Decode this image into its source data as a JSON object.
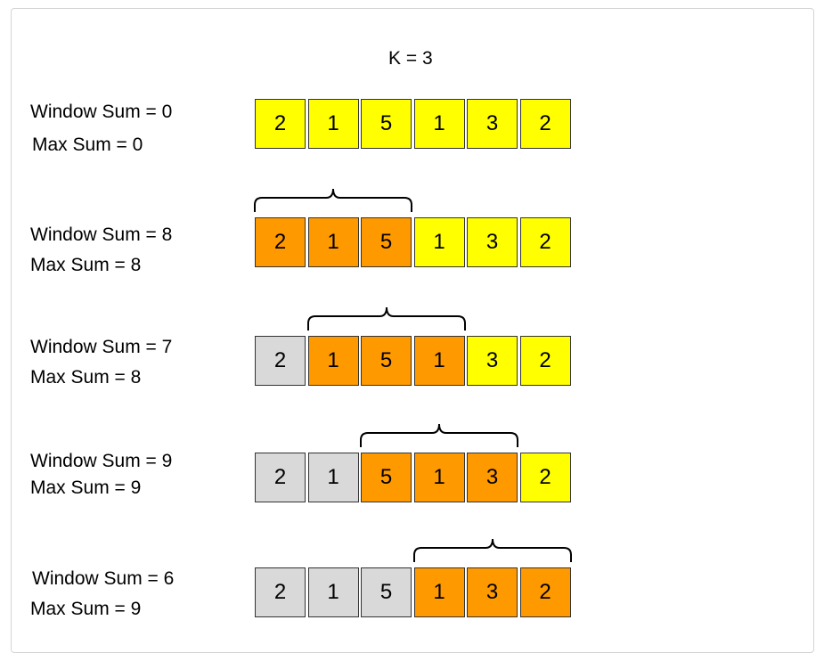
{
  "k_label": "K = 3",
  "colors": {
    "default": "#ffff00",
    "window": "#ff9900",
    "passed": "#d9d9d9"
  },
  "array": [
    "2",
    "1",
    "5",
    "1",
    "3",
    "2"
  ],
  "steps": [
    {
      "window_sum": "Window Sum = 0",
      "max_sum": "Max Sum = 0",
      "states": [
        "default",
        "default",
        "default",
        "default",
        "default",
        "default"
      ],
      "window_start": null
    },
    {
      "window_sum": "Window Sum = 8",
      "max_sum": "Max Sum = 8",
      "states": [
        "window",
        "window",
        "window",
        "default",
        "default",
        "default"
      ],
      "window_start": 0
    },
    {
      "window_sum": "Window Sum = 7",
      "max_sum": "Max Sum = 8",
      "states": [
        "passed",
        "window",
        "window",
        "window",
        "default",
        "default"
      ],
      "window_start": 1
    },
    {
      "window_sum": "Window Sum = 9",
      "max_sum": "Max Sum = 9",
      "states": [
        "passed",
        "passed",
        "window",
        "window",
        "window",
        "default"
      ],
      "window_start": 2
    },
    {
      "window_sum": "Window Sum = 6",
      "max_sum": "Max Sum = 9",
      "states": [
        "passed",
        "passed",
        "passed",
        "window",
        "window",
        "window"
      ],
      "window_start": 3
    }
  ]
}
